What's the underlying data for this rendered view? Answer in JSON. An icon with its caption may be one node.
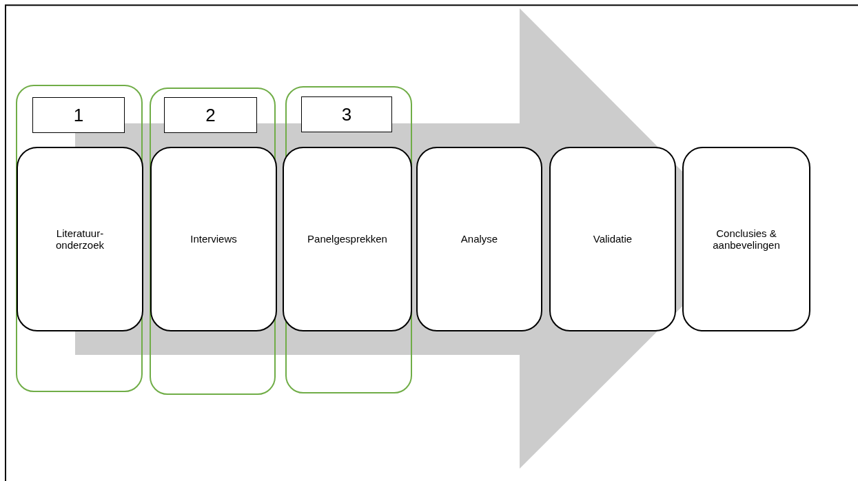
{
  "diagram": {
    "nodes": [
      {
        "text": [],
        "shape": "box"
      },
      {
        "text": [
          "1"
        ],
        "in": 0
      },
      {
        "text": [
          "Literatuur- onderzoek"
        ],
        "in": 0
      },
      {
        "text": [],
        "shape": "box"
      },
      {
        "text": [
          "2"
        ],
        "in": 3
      },
      {
        "text": [
          "Interviews"
        ],
        "in": 3
      },
      {
        "text": [],
        "shape": "box"
      },
      {
        "text": [
          "3"
        ],
        "in": 6
      },
      {
        "text": [
          "Panelgesprekken"
        ],
        "in": 6
      },
      {
        "text": [
          "Analyse"
        ]
      },
      {
        "text": [
          "Validatie"
        ]
      },
      {
        "text": [
          "Conclusies & aanbevelingen"
        ]
      }
    ],
    "edges": [
      {
        "from": 2,
        "to": 11,
        "arrow": "to",
        "style": "thick",
        "color": "#cccccc"
      }
    ]
  }
}
